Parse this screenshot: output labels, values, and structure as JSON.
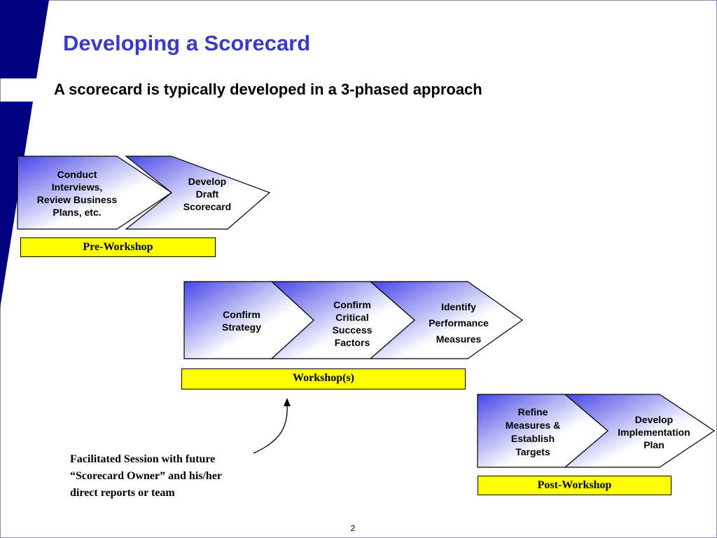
{
  "title": "Developing a Scorecard",
  "subtitle": "A scorecard is typically developed in a 3-phased approach",
  "steps": [
    "Conduct\nInterviews,\nReview Business\nPlans, etc.",
    "Develop\nDraft\nScorecard",
    "Confirm\nStrategy",
    "Confirm\nCritical\nSuccess\nFactors",
    "Identify\nPerformance\nMeasures",
    "Refine\nMeasures &\nEstablish\nTargets",
    "Develop\nImplementation\nPlan"
  ],
  "phases": {
    "pre": "Pre-Workshop",
    "workshop": "Workshop(s)",
    "post": "Post-Workshop"
  },
  "note": "Facilitated Session with future\n“Scorecard Owner” and his/her\ndirect reports or team",
  "page_number": "2",
  "colors": {
    "title": "#3a3ac8",
    "navy": "#000080",
    "phase_bg": "#ffff00",
    "chevron_dark": "#4646e8",
    "chevron_light": "#ffffff"
  }
}
